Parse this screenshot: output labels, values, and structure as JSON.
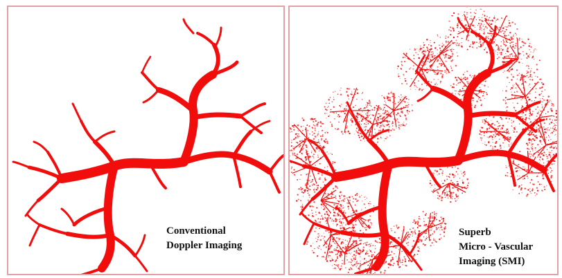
{
  "figure": {
    "vessel_color": "#f20d0d",
    "panel_border_color": "#e3a0a4",
    "left": {
      "caption_lines": [
        "Conventional",
        "Doppler Imaging"
      ]
    },
    "right": {
      "caption_lines": [
        "Superb",
        "Micro - Vascular",
        "Imaging (SMI)"
      ]
    }
  }
}
